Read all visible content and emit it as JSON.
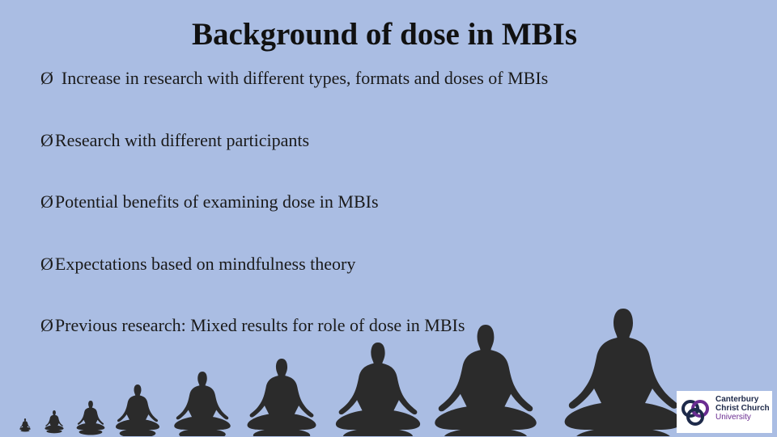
{
  "slide": {
    "title": "Background of dose in MBIs",
    "bullet_glyph": "Ø",
    "bullets": [
      "Increase in research with different types, formats and doses of MBIs",
      "Research with different participants",
      "Potential benefits of examining dose in MBIs",
      "Expectations based on mindfulness theory",
      "Previous research: Mixed results for role of dose in MBIs"
    ]
  },
  "decoration": {
    "icon": "meditating-figure-icon",
    "count": 11,
    "color": "#2b2b2b"
  },
  "logo": {
    "line1": "Canterbury",
    "line2": "Christ Church",
    "line3": "University",
    "dark_color": "#1e2a4a",
    "accent_color": "#6a2c91"
  },
  "colors": {
    "background": "#aabde3",
    "text": "#1a1a1a"
  }
}
